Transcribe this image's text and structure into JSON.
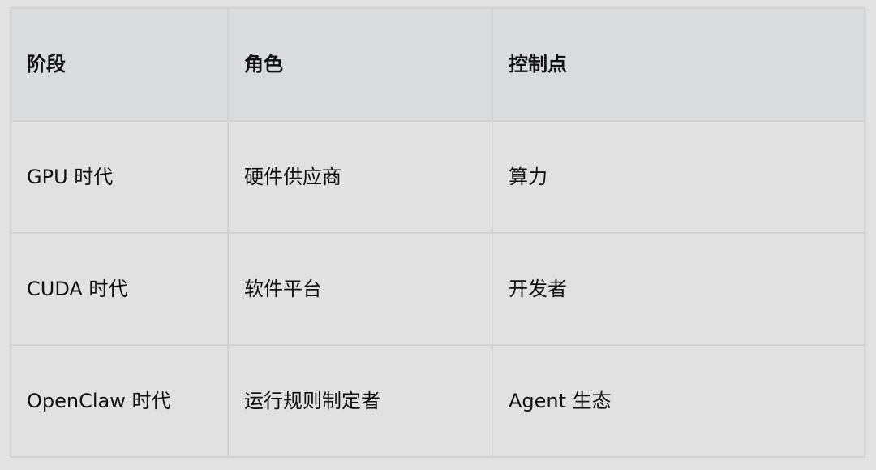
{
  "table": {
    "headers": [
      "阶段",
      "角色",
      "控制点"
    ],
    "rows": [
      [
        "GPU 时代",
        "硬件供应商",
        "算力"
      ],
      [
        "CUDA 时代",
        "软件平台",
        "开发者"
      ],
      [
        "OpenClaw 时代",
        "运行规则制定者",
        "Agent 生态"
      ]
    ]
  },
  "colors": {
    "page_background": "#e3e3e3",
    "header_background": "#dadbdd",
    "cell_background": "#e1e1e1",
    "border": "#d2d2d2",
    "text": "#111111"
  }
}
